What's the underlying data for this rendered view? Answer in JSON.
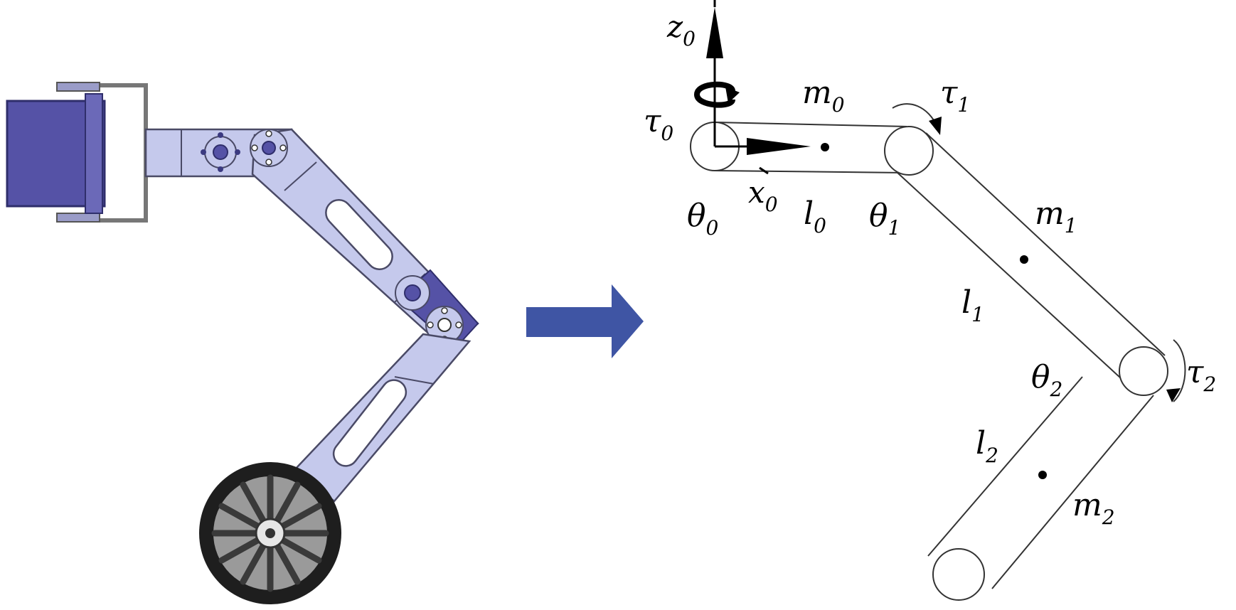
{
  "colors": {
    "link_fill": "#c5c9ec",
    "link_stroke": "#4a4a66",
    "servo_fill": "#5552a6",
    "servo_dark": "#3b3a80",
    "arrow": "#3f55a4",
    "line": "#333333",
    "wheel_dark": "#1e1e1e",
    "wheel_spoke": "#7a7a7a"
  },
  "icons": {
    "transform_arrow": "arrow-right-icon",
    "wheel": "wheel-icon",
    "servo": "servo-icon"
  },
  "labels": {
    "z0": {
      "base": "z",
      "sub": "0"
    },
    "x0": {
      "base": "x",
      "sub": "0"
    },
    "tau0": {
      "base": "τ",
      "sub": "0"
    },
    "tau1": {
      "base": "τ",
      "sub": "1"
    },
    "tau2": {
      "base": "τ",
      "sub": "2"
    },
    "m0": {
      "base": "m",
      "sub": "0"
    },
    "m1": {
      "base": "m",
      "sub": "1"
    },
    "m2": {
      "base": "m",
      "sub": "2"
    },
    "l0": {
      "base": "l",
      "sub": "0"
    },
    "l1": {
      "base": "l",
      "sub": "1"
    },
    "l2": {
      "base": "l",
      "sub": "2"
    },
    "theta0": {
      "base": "θ",
      "sub": "0"
    },
    "theta1": {
      "base": "θ",
      "sub": "1"
    },
    "theta2": {
      "base": "θ",
      "sub": "2"
    }
  }
}
